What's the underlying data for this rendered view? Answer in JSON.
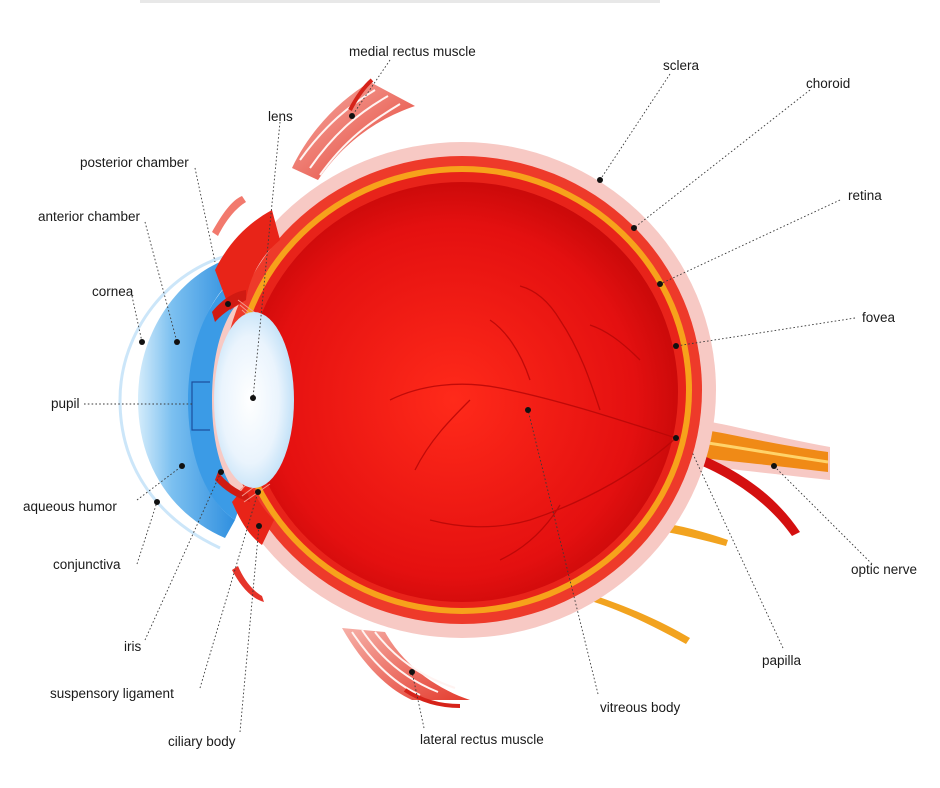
{
  "diagram": {
    "labels": {
      "medial_rectus_muscle": "medial rectus muscle",
      "sclera": "sclera",
      "choroid": "choroid",
      "lens": "lens",
      "posterior_chamber": "posterior chamber",
      "anterior_chamber": "anterior chamber",
      "retina": "retina",
      "cornea": "cornea",
      "fovea": "fovea",
      "pupil": "pupil",
      "aqueous_humor": "aqueous humor",
      "conjunctiva": "conjunctiva",
      "optic_nerve": "optic nerve",
      "iris": "iris",
      "papilla": "papilla",
      "suspensory_ligament": "suspensory ligament",
      "vitreous_body": "vitreous body",
      "ciliary_body": "ciliary body",
      "lateral_rectus_muscle": "lateral rectus muscle"
    },
    "colors": {
      "sclera_outer": "#f7c9c4",
      "sclera": "#ee3a2a",
      "choroid": "#f7a21b",
      "retina": "#e8231a",
      "vitreous": "#dc0f0f",
      "vitreous_center": "#ff2a1a",
      "vessel": "#b80707",
      "cornea": "#9ccff4",
      "aqueous": "#4aa6ea",
      "lens": "#e9f3fc",
      "muscle": "#ec5a4e",
      "optic_nerve": "#f08a16"
    }
  }
}
